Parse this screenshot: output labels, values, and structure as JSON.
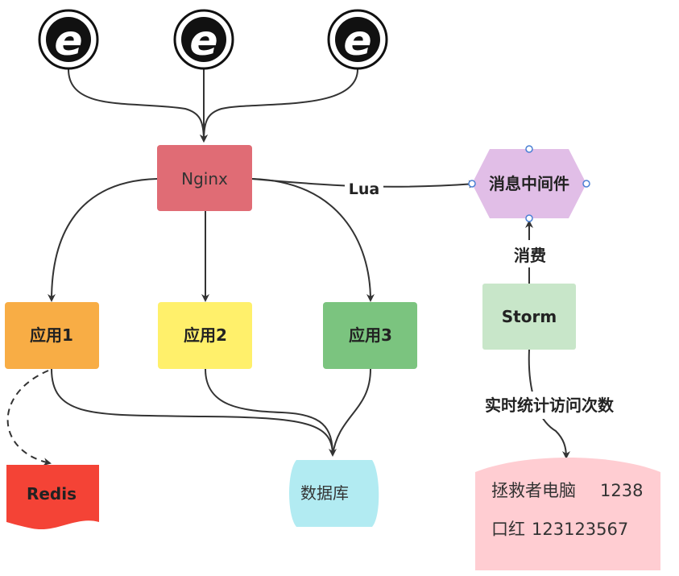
{
  "icons": [
    {
      "name": "browser-icon-left",
      "glyph": "e"
    },
    {
      "name": "browser-icon-middle",
      "glyph": "e"
    },
    {
      "name": "browser-icon-right",
      "glyph": "e"
    }
  ],
  "nodes": {
    "nginx": {
      "label": "Nginx",
      "color": "#e06c75"
    },
    "app1": {
      "label": "应用1",
      "color": "#f8ad45"
    },
    "app2": {
      "label": "应用2",
      "color": "#fff06b"
    },
    "app3": {
      "label": "应用3",
      "color": "#7bc47f"
    },
    "redis": {
      "label": "Redis",
      "color": "#f44336"
    },
    "database": {
      "label": "数据库",
      "color": "#b2ebf2"
    },
    "mq": {
      "label": "消息中间件",
      "color": "#e1bee7"
    },
    "storm": {
      "label": "Storm",
      "color": "#c8e6c9"
    },
    "stats": {
      "color": "#ffcdd2",
      "rows": [
        {
          "label": "拯救者电脑",
          "value": "1238"
        },
        {
          "label": "口红",
          "value": "123123567"
        }
      ]
    }
  },
  "edge_labels": {
    "lua": "Lua",
    "consume": "消费",
    "realtime_count": "实时统计访问次数"
  }
}
